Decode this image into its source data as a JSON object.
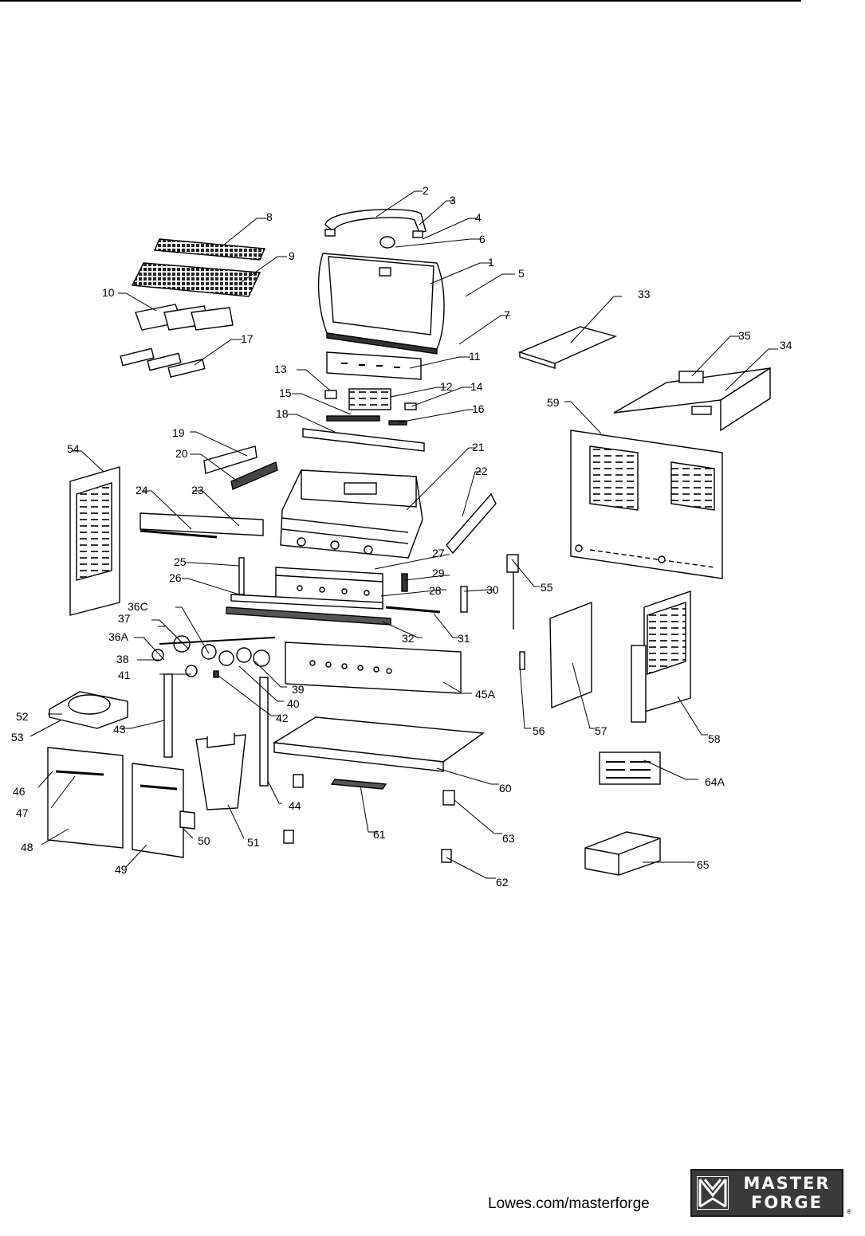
{
  "footer": {
    "url": "Lowes.com/masterforge",
    "logo_line1": "MASTER",
    "logo_line2": "FORGE",
    "logo_mark": "®"
  },
  "callouts": [
    "1",
    "2",
    "3",
    "4",
    "5",
    "6",
    "7",
    "8",
    "9",
    "10",
    "11",
    "12",
    "13",
    "14",
    "15",
    "16",
    "17",
    "18",
    "19",
    "20",
    "21",
    "22",
    "23",
    "24",
    "25",
    "26",
    "27",
    "28",
    "29",
    "30",
    "31",
    "32",
    "33",
    "34",
    "35",
    "36A",
    "36C",
    "37",
    "38",
    "39",
    "40",
    "41",
    "42",
    "43",
    "44",
    "45A",
    "46",
    "47",
    "48",
    "49",
    "50",
    "51",
    "52",
    "53",
    "54",
    "55",
    "56",
    "57",
    "58",
    "59",
    "60",
    "61",
    "62",
    "63",
    "64A",
    "65"
  ]
}
